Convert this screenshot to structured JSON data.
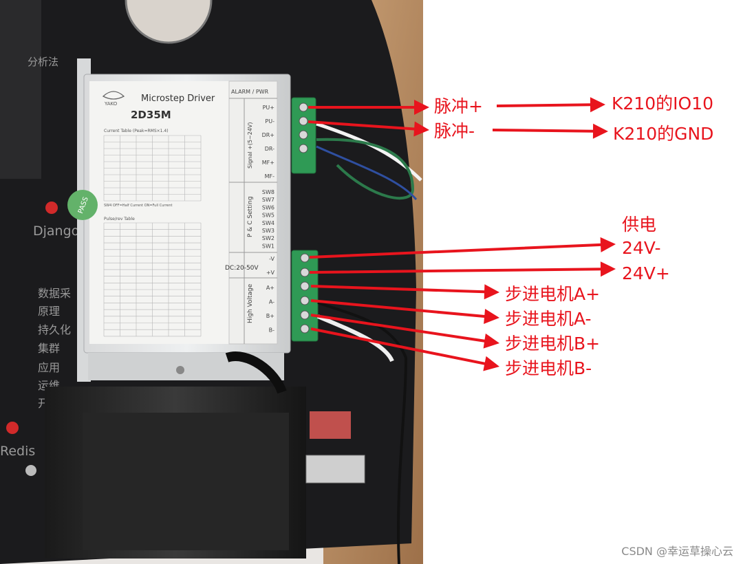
{
  "photo": {
    "driver": {
      "brand": "YAKO",
      "model_line": "Microstep Driver",
      "model": "2D35M",
      "current_table_title": "Current Table (Peak=RMS×1.4)",
      "current_table_note": "SW4 OFF=Half Current  ON=Full Current",
      "pulse_table_title": "Pulse/rev Table",
      "pass_label": "PASS",
      "alarm_label": "ALARM / PWR",
      "signal_group": "Signal +(5~24V)",
      "signal_pins": [
        "PU+",
        "PU-",
        "DR+",
        "DR-",
        "MF+",
        "MF-"
      ],
      "setting_group": "P & C Setting",
      "setting_pins": [
        "SW8",
        "SW7",
        "SW6",
        "SW5",
        "SW4",
        "SW3",
        "SW2",
        "SW1"
      ],
      "dc_label": "DC:20-50V",
      "power_pins": [
        "-V",
        "+V"
      ],
      "hv_group": "High Voltage",
      "motor_pins": [
        "A+",
        "A-",
        "B+",
        "B-"
      ]
    },
    "background_text": [
      "分析法",
      "Django",
      "数据采",
      "原理",
      "持久化",
      "集群",
      "应用",
      "运维",
      "开发",
      "Redis"
    ]
  },
  "labels": {
    "pulse_plus": "脉冲+",
    "pulse_minus": "脉冲-",
    "k210_io10": "K210的IO10",
    "k210_gnd": "K210的GND",
    "power_title": "供电",
    "v24_minus": "24V-",
    "v24_plus": "24V+",
    "motor_a_plus": "步进电机A+",
    "motor_a_minus": "步进电机A-",
    "motor_b_plus": "步进电机B+",
    "motor_b_minus": "步进电机B-"
  },
  "watermark": "CSDN @幸运草操心云",
  "colors": {
    "annotation": "#e8141d",
    "terminal_green": "#2f9a55"
  }
}
